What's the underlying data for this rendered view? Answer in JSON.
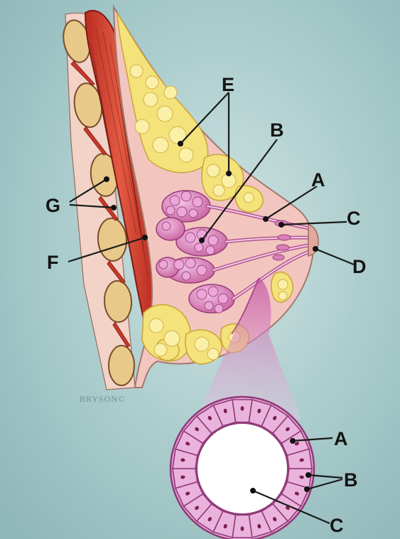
{
  "labels": {
    "a": "A",
    "b": "B",
    "c": "C",
    "d": "D",
    "e": "E",
    "f": "F",
    "g": "G",
    "inset_a": "A",
    "inset_b": "B",
    "inset_c": "C"
  },
  "credit": "BRYSON©",
  "colors": {
    "background": "#a9cbcb",
    "skin": "#f2c6bf",
    "fat": "#f2e27a",
    "muscle": "#cc3a2c",
    "rib": "#e8c98a",
    "lobule": "#d987c7",
    "inset_cell": "#e6a2d6"
  }
}
